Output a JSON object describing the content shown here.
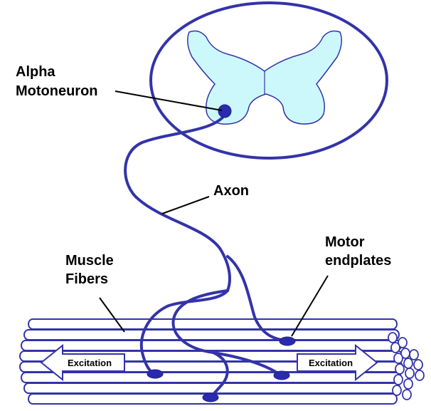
{
  "labels": {
    "alpha_motoneuron": [
      "Alpha",
      "Motoneuron"
    ],
    "axon": "Axon",
    "motor_endplates": [
      "Motor",
      "endplates"
    ],
    "muscle_fibers": [
      "Muscle",
      "Fibers"
    ],
    "excitation_left": "Excitation",
    "excitation_right": "Excitation"
  },
  "colors": {
    "outline": "#3333aa",
    "neuron_fill": "#2a2ab0",
    "gray_matter": "#ccf8fc",
    "arrow_fill": "#ffffff",
    "text": "#000000"
  }
}
